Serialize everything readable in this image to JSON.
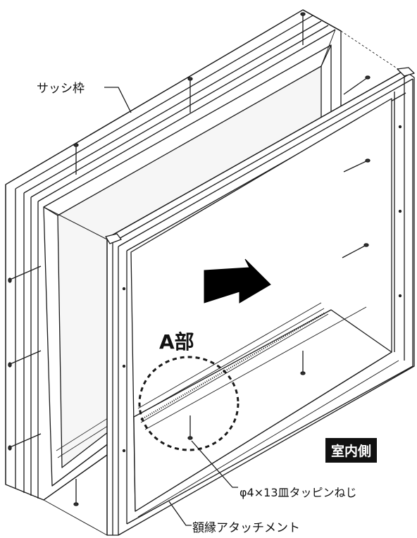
{
  "labels": {
    "sash_frame": "サッシ枠",
    "part_a": "A部",
    "indoor_side": "室内側",
    "screw": "φ4×13皿タッピンねじ",
    "trim_attachment": "額縁アタッチメント"
  },
  "colors": {
    "line": "#1a1a1a",
    "frame_fill": "#ffffff",
    "glass_tone": "#f2f2f2",
    "arrow": "#000000",
    "badge_bg": "#111111",
    "badge_text": "#ffffff"
  },
  "icons": {
    "direction_arrow": "arrow-right-down-icon",
    "screws": "screw-icon",
    "detail_circle": "dashed-circle-icon"
  }
}
